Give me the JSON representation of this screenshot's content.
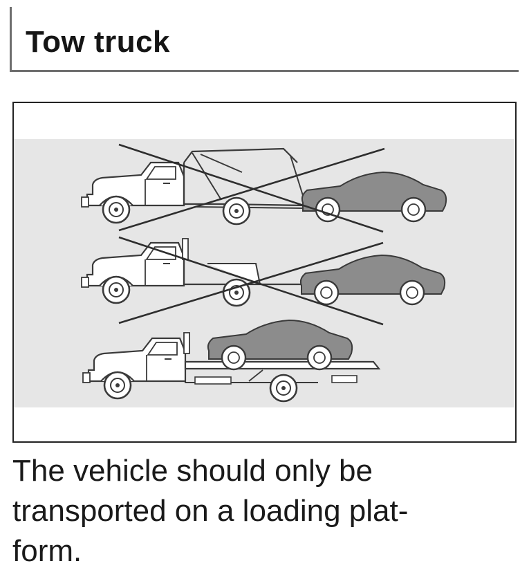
{
  "heading": {
    "title": "Tow truck"
  },
  "figure": {
    "illustrations": [
      {
        "kind": "hook-and-chain-tow-truck",
        "status": "crossed-out"
      },
      {
        "kind": "wheel-lift-tow-truck",
        "status": "crossed-out"
      },
      {
        "kind": "flatbed-loading-platform-truck",
        "status": "allowed"
      }
    ],
    "colors": {
      "panel": "#e6e6e6",
      "line": "#3a3a3a",
      "car": "#8c8c8c"
    }
  },
  "caption": {
    "lines": [
      "The vehicle should only be",
      "transported on a loading plat-",
      "form."
    ]
  }
}
